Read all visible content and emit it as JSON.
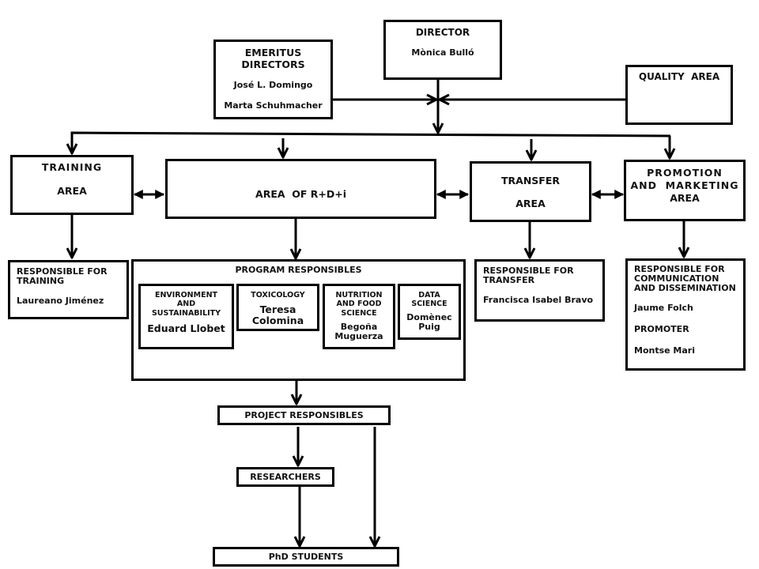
{
  "diagram": {
    "type": "organizational-chart",
    "colors": {
      "line": "#000000",
      "box_fill": "#ffffff",
      "text": "#111111"
    }
  },
  "director": {
    "title": "DIRECTOR",
    "name": "Mònica Bulló"
  },
  "emeritus": {
    "title_line1": "EMERITUS",
    "title_line2": "DIRECTORS",
    "names": [
      "José L. Domingo",
      "Marta Schuhmacher"
    ]
  },
  "quality": {
    "title": "QUALITY  AREA"
  },
  "areas": {
    "training": {
      "line1": "TRAINING",
      "line2": "AREA"
    },
    "rdi": {
      "label": "AREA  OF R+D+i"
    },
    "transfer": {
      "line1": "TRANSFER",
      "line2": "AREA"
    },
    "promotion": {
      "line1": "PROMOTION",
      "line2": "AND  MARKETING",
      "line3": "AREA"
    }
  },
  "responsibles": {
    "training": {
      "title_line1": "RESPONSIBLE FOR",
      "title_line2": "TRAINING",
      "name": "Laureano Jiménez"
    },
    "transfer": {
      "title_line1": "RESPONSIBLE FOR",
      "title_line2": "TRANSFER",
      "name": "Francisca Isabel Bravo"
    },
    "communication": {
      "title_line1": "RESPONSIBLE FOR",
      "title_line2": "COMMUNICATION",
      "title_line3": "AND DISSEMINATION",
      "name": "Jaume Folch",
      "promoter_label": "PROMOTER",
      "promoter_name": "Montse Mari"
    }
  },
  "program_responsibles": {
    "title": "PROGRAM RESPONSIBLES",
    "programs": [
      {
        "title_lines": [
          "ENVIRONMENT",
          "AND",
          "SUSTAINABILITY"
        ],
        "name_lines": [
          "Eduard Llobet"
        ]
      },
      {
        "title_lines": [
          "TOXICOLOGY"
        ],
        "name_lines": [
          "Teresa",
          "Colomina"
        ]
      },
      {
        "title_lines": [
          "NUTRITION",
          "AND FOOD",
          "SCIENCE"
        ],
        "name_lines": [
          "Begoña",
          "Muguerza"
        ]
      },
      {
        "title_lines": [
          "DATA",
          "SCIENCE"
        ],
        "name_lines": [
          "Domènec",
          "Puig"
        ]
      }
    ]
  },
  "project_responsibles": {
    "label": "PROJECT RESPONSIBLES"
  },
  "researchers": {
    "label": "RESEARCHERS"
  },
  "phd_students": {
    "label": "PhD STUDENTS"
  }
}
